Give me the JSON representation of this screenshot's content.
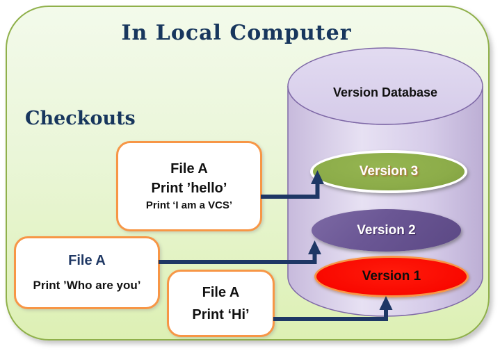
{
  "title": "In Local Computer",
  "checkouts_label": "Checkouts",
  "database": {
    "label": "Version Database",
    "versions": [
      {
        "name": "Version 3",
        "fill": "#8CAC49",
        "text_color": "#FFFFFF"
      },
      {
        "name": "Version 2",
        "fill": "#6A5694",
        "text_color": "#FFFFFF"
      },
      {
        "name": "Version 1",
        "fill": "#F90800",
        "text_color": "#0D0D0D"
      }
    ]
  },
  "checkout_boxes": [
    {
      "lines": [
        "File A",
        "Print ’hello’",
        "Print ‘I am a VCS’"
      ]
    },
    {
      "lines": [
        "File A",
        "Print ’Who are you’"
      ]
    },
    {
      "lines": [
        "File A",
        "Print ‘Hi’"
      ]
    }
  ],
  "colors": {
    "container_border": "#8FB04A",
    "container_fill_top": "#F3FAEB",
    "container_fill_bottom": "#DDF0B4",
    "cylinder_fill": "#D7CDE9",
    "cylinder_border": "#7E68A6",
    "arrow": "#1E3765",
    "box_border": "#F79646",
    "title_color": "#17365D"
  }
}
